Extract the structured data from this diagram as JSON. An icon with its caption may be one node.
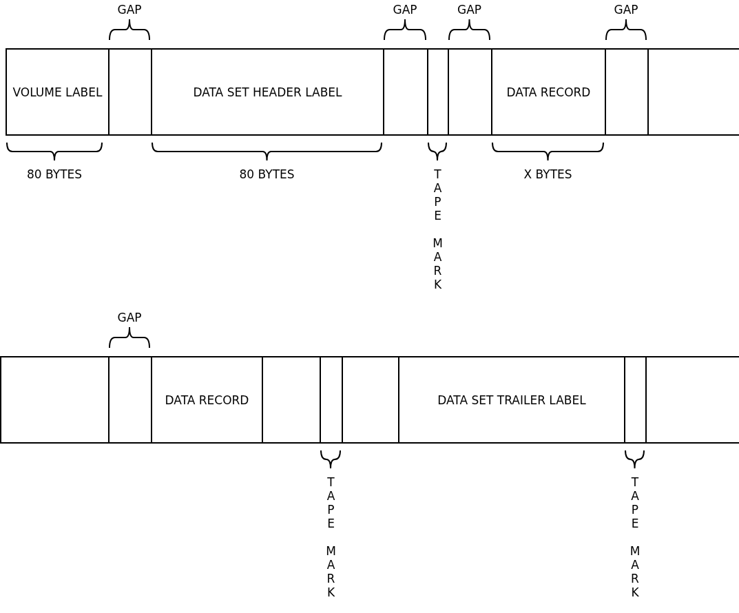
{
  "diagram": {
    "nodes": [
      {
        "text": [
          "VOLUME LABEL"
        ]
      },
      {
        "text": [],
        "shape": "box"
      },
      {
        "text": [
          "DATA SET HEADER LABEL"
        ]
      },
      {
        "text": [],
        "shape": "box"
      },
      {
        "text": [],
        "shape": "box"
      },
      {
        "text": [],
        "shape": "box"
      },
      {
        "text": [
          "DATA RECORD"
        ]
      },
      {
        "text": [],
        "shape": "box"
      },
      {
        "text": [],
        "shape": "box"
      },
      {
        "text": [],
        "shape": "box"
      },
      {
        "text": [],
        "shape": "box"
      },
      {
        "text": [
          "DATA RECORD"
        ]
      },
      {
        "text": [],
        "shape": "box"
      },
      {
        "text": [],
        "shape": "box"
      },
      {
        "text": [],
        "shape": "box"
      },
      {
        "text": [
          "DATA SET TRAILER LABEL"
        ]
      },
      {
        "text": [],
        "shape": "box"
      },
      {
        "text": [],
        "shape": "box"
      }
    ],
    "edges": [],
    "labels": [
      "GAP",
      "GAP",
      "GAP",
      "GAP",
      "80 BYTES",
      "80 BYTES",
      "TAPE MARK",
      "X BYTES",
      "GAP",
      "TAPE MARK",
      "TAPE MARK"
    ]
  }
}
